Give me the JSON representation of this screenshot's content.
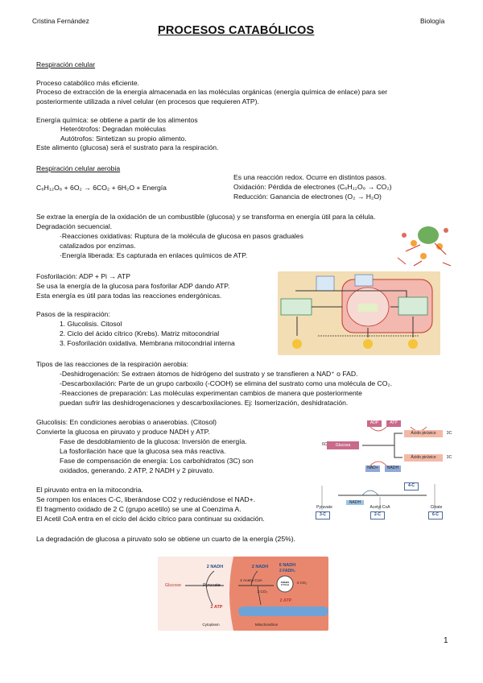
{
  "header": {
    "author": "Cristina Fernández",
    "subject": "Biología"
  },
  "title": "PROCESOS CATABÓLICOS",
  "s1": {
    "heading": "Respiración celular",
    "l1": "Proceso catabólico más eficiente.",
    "l2": "Proceso de extracción de la energía almacenada en las moléculas orgánicas (energía química de enlace) para ser",
    "l3": "posteriormente utilizada a nivel celular (en procesos que requieren ATP).",
    "l4": "Energía química: se obtiene a partir de los alimentos",
    "l5": "Heterótrofos: Degradan moléculas",
    "l6": "Autótrofos: Sintetizan su propio alimento.",
    "l7": "Este alimento (glucosa) será el sustrato para la respiración."
  },
  "s2": {
    "heading": "Respiración celular aerobia",
    "equation": "C₆H₁₂O₆ + 6O₂ → 6CO₂ + 6H₂O + Energía",
    "r1": "Es una reacción redox. Ocurre en distintos pasos.",
    "r2": "Oxidación:   Pérdida de electrones (C₆H₁₂O₆ → CO₂)",
    "r3": "Reducción: Ganancia de electrones (O₂ → H₂O)"
  },
  "s3": {
    "l1": "Se extrae la energía de la oxidación de un combustible (glucosa) y se transforma en energía útil para la célula.",
    "l2": "Degradación secuencial.",
    "l3": "·Reacciones oxidativas: Ruptura de la molécula de glucosa en pasos graduales",
    "l4": "catalizados por enzimas.",
    "l5": "·Energía liberada: Es capturada en enlaces químicos de ATP."
  },
  "s4": {
    "l1": "Fosforilación:    ADP + Pi → ATP",
    "l2": "Se usa la energía de la glucosa para fosforilar ADP dando ATP.",
    "l3": "Esta energía es útil para todas las reacciones endergónicas."
  },
  "s5": {
    "heading": "Pasos de la respiración:",
    "steps": [
      "1. Glucolisis. Citosol",
      "2. Ciclo del ácido cítrico (Krebs). Matriz mitocondrial",
      "3. Fosforilación oxidativa. Membrana mitocondrial interna"
    ]
  },
  "s6": {
    "heading": "Tipos de las reacciones de la respiración aerobia:",
    "l1": "-Deshidrogenación: Se extraen átomos de hidrógeno del sustrato y se transfieren a NAD⁺ o FAD.",
    "l2": "-Descarboxilación: Parte de un grupo carboxilo (-COOH) se elimina del sustrato como una molécula de CO₂.",
    "l3": "-Reacciones de preparación: Las moléculas experimentan cambios de manera que posteriormente",
    "l4": "puedan sufrir las deshidrogenaciones y descarboxilaciones. Ej: Isomerización, deshidratación."
  },
  "s7": {
    "l1": "Glucolisis: En condiciones aerobias o anaerobias. (Citosol)",
    "l2": "Convierte la glucosa en piruvato y produce NADH y ATP.",
    "l3": "Fase de desdoblamiento de la glucosa: Inversión de energía.",
    "l4": "La fosforilación hace que la glucosa sea más reactiva.",
    "l5": "Fase de compensación de energía: Los carbohidratos (3C) son",
    "l6": "oxidados, generando. 2 ATP, 2 NADH y 2 piruvato."
  },
  "s8": {
    "l1": "El piruvato entra en la mitocondria.",
    "l2": "Se rompen los enlaces C-C, liberándose CO2 y reduciéndose el NAD+.",
    "l3": "El fragmento oxidado de 2 C (grupo acetilo) se une al Coenzima A.",
    "l4": "El Acetil CoA entra en el ciclo del ácido cítrico para continuar su oxidación."
  },
  "s9": {
    "l1": "La degradación de glucosa a piruvato solo se obtiene un cuarto de la energía (25%)."
  },
  "page_number": "1",
  "fig_glycolysis": {
    "adp1": "ADP",
    "atp1": "ATP",
    "glucosa": "Glucosa",
    "piruvico1": "Ácido pirúvico",
    "piruvico2": "Ácido pirúvico",
    "c3a": "3C",
    "c3b": "3C",
    "c6": "6C",
    "nad": "NAD+",
    "nadh": "NADH"
  },
  "fig_pyruvate": {
    "c4": "4-C",
    "c3": "3-C",
    "c2": "2-C",
    "c6": "6-C",
    "pyruvate": "Pyruvate",
    "acetylcoa": "Acetyl-CoA",
    "citrate": "Citrate",
    "nadh": "NADH"
  },
  "fig_mito": {
    "glucose": "Glucose",
    "pyruvate": "Pyruvate",
    "nadh1": "2 NADH",
    "nadh2": "2 NADH",
    "nadh3": "6 NADH",
    "fadh": "2 FADH₂",
    "atp1": "2 ATP",
    "atp2": "2 ATP",
    "acetyl": "2 Acetyl CoA",
    "co2a": "2 CO₂",
    "co2b": "4 CO₂",
    "krebs": "KREBS CYCLE",
    "cytoplasm": "Cytoplasm",
    "mito": "Mitochondrion"
  },
  "colors": {
    "accent_red": "#c0392b",
    "pink": "#f4c6cc",
    "tan": "#f2ddb5",
    "blue_box": "#dbe8f4"
  }
}
